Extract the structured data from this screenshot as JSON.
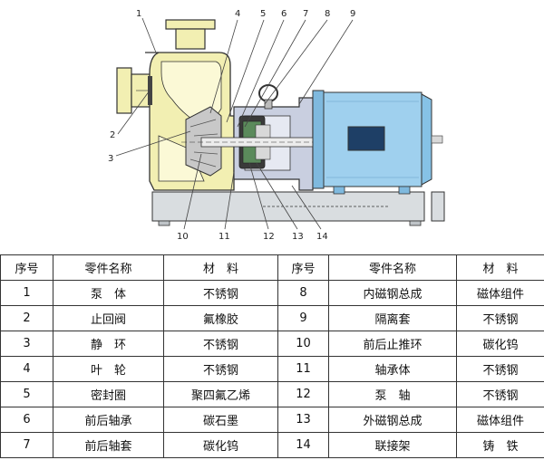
{
  "callouts": [
    "1",
    "2",
    "3",
    "4",
    "5",
    "6",
    "7",
    "8",
    "9",
    "10",
    "11",
    "12",
    "13",
    "14"
  ],
  "table": {
    "headers": [
      "序号",
      "零件名称",
      "材　料",
      "序号",
      "零件名称",
      "材　料"
    ],
    "rows": [
      [
        "1",
        "泵　体",
        "不锈钢",
        "8",
        "内磁钢总成",
        "磁体组件"
      ],
      [
        "2",
        "止回阀",
        "氟橡胶",
        "9",
        "隔离套",
        "不锈钢"
      ],
      [
        "3",
        "静　环",
        "不锈钢",
        "10",
        "前后止推环",
        "碳化钨"
      ],
      [
        "4",
        "叶　轮",
        "不锈钢",
        "11",
        "轴承体",
        "不锈钢"
      ],
      [
        "5",
        "密封圈",
        "聚四氟乙烯",
        "12",
        "泵　轴",
        "不锈钢"
      ],
      [
        "6",
        "前后轴承",
        "碳石墨",
        "13",
        "外磁钢总成",
        "磁体组件"
      ],
      [
        "7",
        "前后轴套",
        "碳化钨",
        "14",
        "联接架",
        "铸　铁"
      ]
    ]
  },
  "colors": {
    "pump_body": "#f2efb2",
    "motor": "#9fd0ee",
    "base": "#d9dde0",
    "impeller": "#c8c8c8",
    "magnet_dark": "#3a3a3a",
    "bracket": "#c9cfe0"
  }
}
